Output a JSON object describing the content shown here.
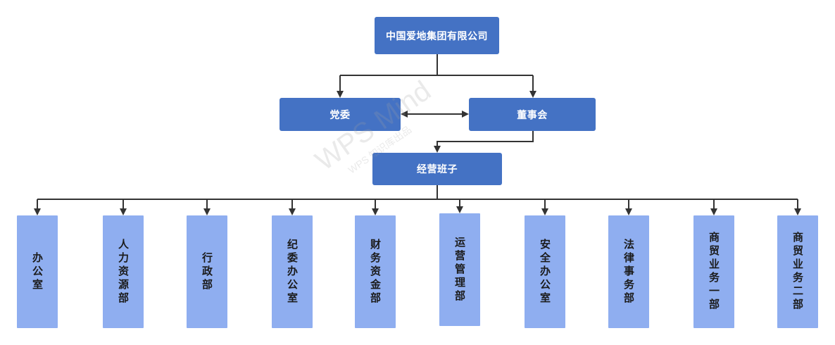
{
  "diagram": {
    "root": "中国爱地集团有限公司",
    "party": "党委",
    "board": "董事会",
    "management": "经营班子",
    "departments": [
      "办公室",
      "人力资源部",
      "行政部",
      "纪委办公室",
      "财务资金部",
      "运营管理部",
      "安全办公室",
      "法律事务部",
      "商贸业务一部",
      "商贸业务二部"
    ]
  },
  "watermark": {
    "line1": "WPS Mind",
    "line2": "WPS 知识库出品"
  },
  "colors": {
    "top_box": "#4472c4",
    "dept_box": "#8faef0",
    "connector": "#333333"
  }
}
